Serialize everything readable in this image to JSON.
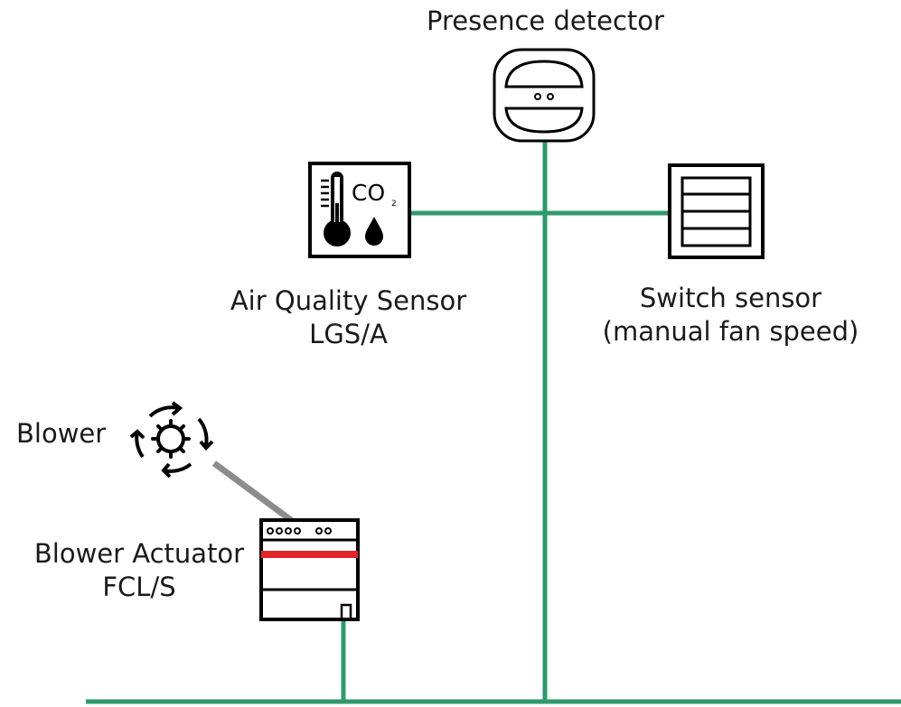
{
  "colors": {
    "bus": "#2e9a6b",
    "link": "#8c8c8c",
    "accent": "#e0262b",
    "stroke": "#000000"
  },
  "labels": {
    "presence": "Presence detector",
    "air_quality_1": "Air Quality Sensor",
    "air_quality_2": "LGS/A",
    "switch_1": "Switch sensor",
    "switch_2": "(manual fan speed)",
    "blower": "Blower",
    "actuator_1": "Blower Actuator",
    "actuator_2": "FCL/S",
    "co2_text": "CO",
    "co2_sub": "2"
  },
  "icons": [
    "presence-detector-icon",
    "air-quality-sensor-icon",
    "switch-sensor-icon",
    "blower-icon",
    "blower-actuator-icon"
  ]
}
